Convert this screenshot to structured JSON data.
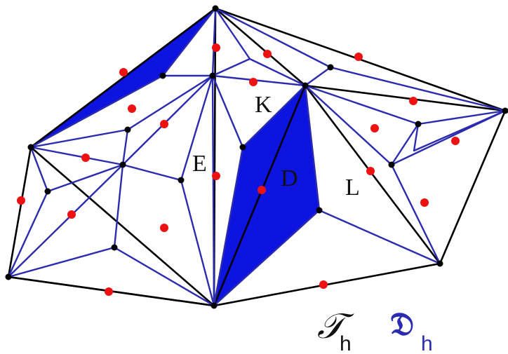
{
  "colors": {
    "primal_edge": "#000000",
    "dual_edge": "#2b2bb0",
    "fill": "#0d14e0",
    "edge_midpoint": "#ee1111",
    "vertex": "#000000"
  },
  "labels": {
    "K": "K",
    "E": "E",
    "D": "D",
    "L": "L"
  },
  "legend": {
    "primal_symbol": "𝒯",
    "primal_sub": "h",
    "dual_symbol": "𝔇",
    "dual_sub": "h"
  }
}
